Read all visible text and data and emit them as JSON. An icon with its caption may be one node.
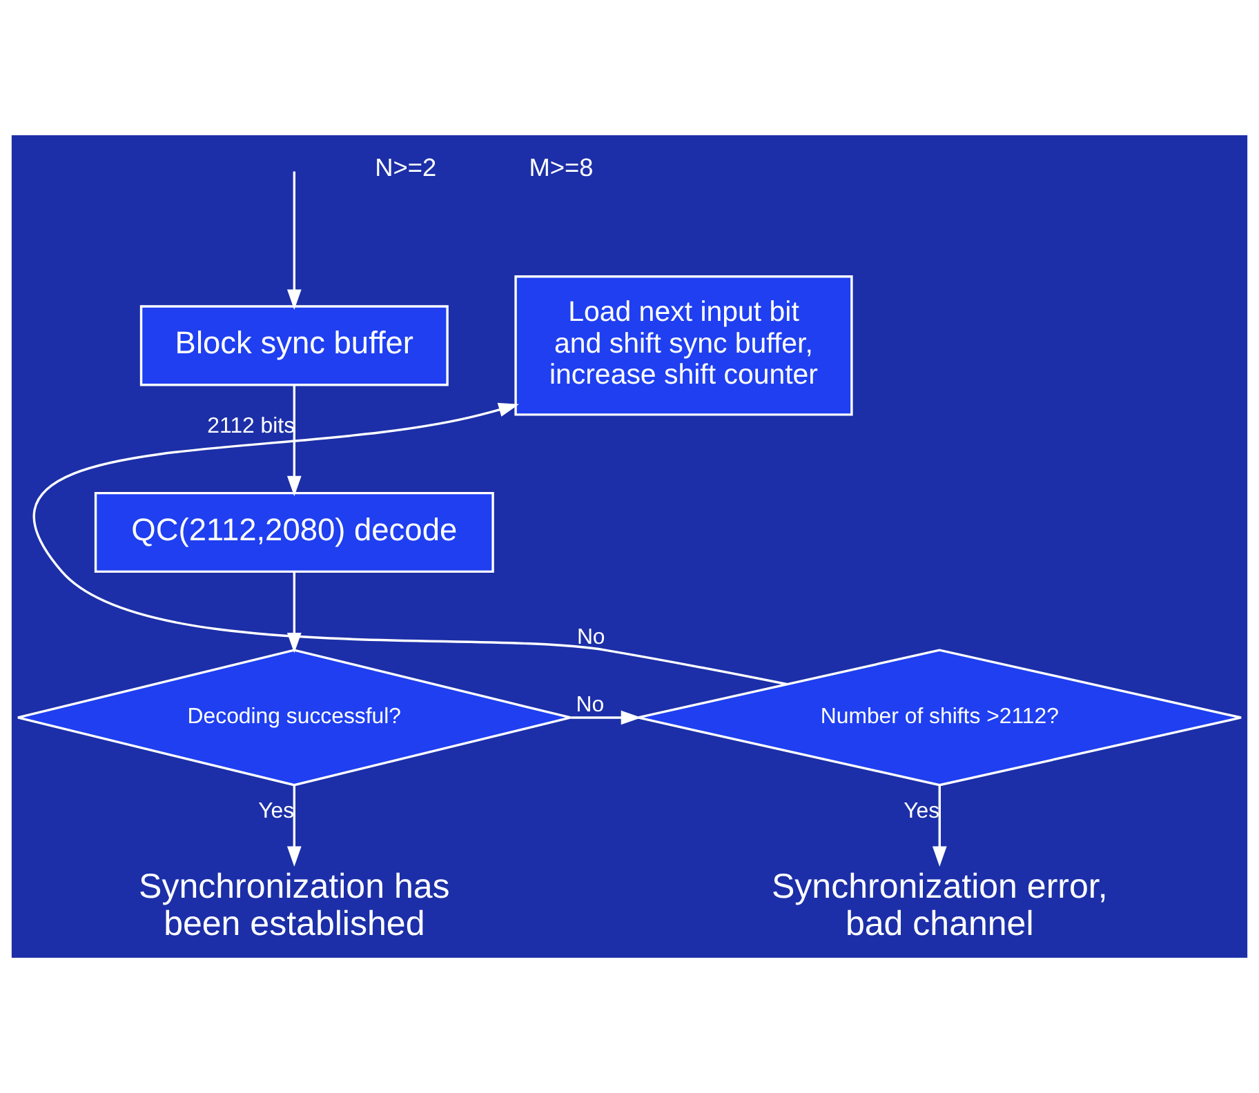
{
  "diagram": {
    "nodes": [
      {
        "text": [
          "Block sync buffer"
        ]
      },
      {
        "text": [
          "Load next input bit and shift sync buffer, increase shift counter"
        ]
      },
      {
        "text": [
          "QC(2112,2080) decode"
        ]
      },
      {
        "text": [
          "Decoding successful?"
        ]
      },
      {
        "text": [
          "Number of shifts >2112?"
        ]
      },
      {
        "text": [
          "Synchronization has been established"
        ]
      },
      {
        "text": [
          "Synchronization error, bad channel"
        ]
      }
    ],
    "edges": [
      {
        "from": null,
        "to": 0,
        "arrow": "to"
      },
      {
        "from": 0,
        "to": 2,
        "arrow": "to",
        "label": "2112 bits"
      },
      {
        "from": 2,
        "to": 3,
        "arrow": "to"
      },
      {
        "from": 3,
        "to": 4,
        "arrow": "to",
        "label": "No"
      },
      {
        "from": 4,
        "to": 1,
        "arrow": "to",
        "label": "No"
      },
      {
        "from": 3,
        "to": 5,
        "arrow": "to",
        "label": "Yes"
      },
      {
        "from": 4,
        "to": 6,
        "arrow": "to",
        "label": "Yes"
      }
    ],
    "labels": [
      "N>=2",
      "M>=8"
    ]
  }
}
